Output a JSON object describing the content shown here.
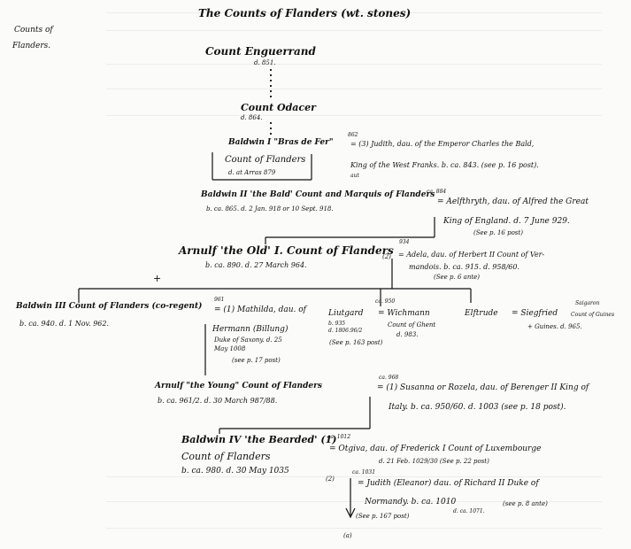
{
  "title": "The Counts of Flanders (wt. stones)",
  "side_label": [
    "Counts of",
    "Flanders."
  ],
  "gen1": {
    "name": "Count Enguerrand",
    "date": "d. 851."
  },
  "gen2": {
    "name": "Count Odacer",
    "date": "d. 864."
  },
  "gen3": {
    "name": "Baldwin I \"Bras de Fer\"",
    "year": "862",
    "spouse_line1": "= (3) Judith, dau. of the Emperor Charles the Bald,",
    "spouse_line2": "King of the West Franks. b. ca. 843. (see p. 16 post).",
    "aux": "aut",
    "child_title": "Count of Flanders",
    "child_date": "d. at Arras 879"
  },
  "gen4": {
    "name": "Baldwin II 'the Bald' Count and Marquis of Flanders",
    "dates": "b. ca. 865. d. 2 Jan. 918 or 10 Sept. 918.",
    "year": "ca. 884",
    "spouse_line1": "= Aelfthryth, dau. of Alfred the Great",
    "spouse_line2": "King of England. d. 7 June 929.",
    "spouse_note": "(See p. 16 post)"
  },
  "gen5": {
    "name": "Arnulf 'the Old' I. Count of Flanders",
    "marker": "(2)",
    "year": "934",
    "dates": "b. ca. 890. d. 27 March 964.",
    "spouse_line1": "= Adela, dau. of Herbert II Count of Ver-",
    "spouse_line2": "mandois. b. ca. 915. d. 958/60.",
    "spouse_note": "(See p. 6 ante)",
    "cross": "+"
  },
  "gen6_left": {
    "name": "Baldwin III Count of Flanders (co-regent)",
    "dates": "b. ca. 940. d. 1 Nov. 962."
  },
  "gen6_mathilda": {
    "year": "961",
    "line1": "= (1) Mathilda, dau. of",
    "line2": "Hermann (Billung)",
    "line3": "Duke of Saxony. d. 25",
    "line4": "May 1008",
    "note": "(see p. 17 post)"
  },
  "gen6_liutgard": {
    "name": "Liutgard",
    "year": "ca. 950",
    "spouse": "= Wichmann",
    "line2": "b. 935",
    "line3": "d. 1806.96/2",
    "spouse2": "Count of Ghent",
    "spouse3": "d. 983.",
    "note": "(See p. 163 post)"
  },
  "gen6_elftrude": {
    "name": "Elftrude",
    "spouse": "= Siegfried",
    "spouse_extra": "Saigaron",
    "line2": "Count of Guines",
    "line3": "+ Guines. d. 965."
  },
  "gen7": {
    "name": "Arnulf \"the Young\" Count of Flanders",
    "dates": "b. ca. 961/2. d. 30 March 987/88.",
    "year": "ca. 968",
    "spouse_line1": "= (1) Susanna or Rozela, dau. of Berenger II King of",
    "spouse_line2": "Italy. b. ca. 950/60. d. 1003 (see p. 18 post)."
  },
  "gen8": {
    "name": "Baldwin IV 'the Bearded' (1)",
    "year": "ca. 1012",
    "title": "Count of Flanders",
    "dates": "b. ca. 980. d. 30 May 1035",
    "marker2": "(2)",
    "marker_a": "(a)",
    "spouse1_line1": "= Otgiva, dau. of Frederick I Count of Luxembourge",
    "spouse1_line2": "d. 21 Feb. 1029/30 (See p. 22 post)",
    "spouse2_year": "ca. 1031",
    "spouse2_line1": "= Judith (Eleanor) dau. of Richard II Duke of",
    "spouse2_line2": "Normandy. b. ca. 1010",
    "spouse2_line3": "d. ca. 1071.",
    "spouse2_note": "(see p. 8 ante)",
    "arrow_note": "(See p. 167 post)"
  }
}
